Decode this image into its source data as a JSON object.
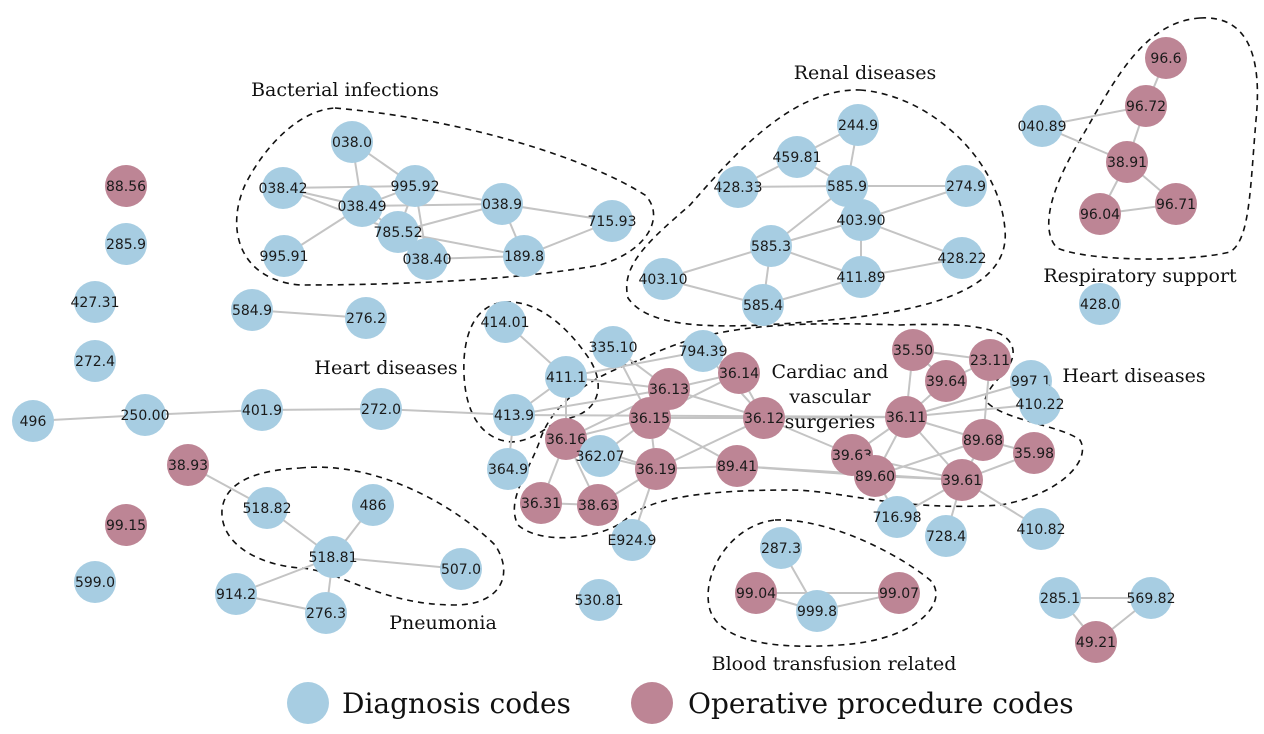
{
  "colors": {
    "diagnosis": "#a7cde2",
    "procedure": "#bd8595"
  },
  "legend": [
    {
      "type": "diagnosis",
      "label": "Diagnosis codes"
    },
    {
      "type": "procedure",
      "label": "Operative procedure codes"
    }
  ],
  "groups": [
    {
      "id": "bacterial",
      "label": "Bacterial infections"
    },
    {
      "id": "renal",
      "label": "Renal diseases"
    },
    {
      "id": "respiratory",
      "label": "Respiratory support"
    },
    {
      "id": "heart-left",
      "label": "Heart diseases"
    },
    {
      "id": "cardiac",
      "label": "Cardiac and\nvascular\nsurgeries"
    },
    {
      "id": "heart-right",
      "label": "Heart diseases"
    },
    {
      "id": "pneumonia",
      "label": "Pneumonia"
    },
    {
      "id": "blood",
      "label": "Blood transfusion related"
    }
  ],
  "nodes": [
    {
      "id": "88.56",
      "type": "procedure"
    },
    {
      "id": "285.9",
      "type": "diagnosis"
    },
    {
      "id": "427.31",
      "type": "diagnosis"
    },
    {
      "id": "272.4",
      "type": "diagnosis"
    },
    {
      "id": "496",
      "type": "diagnosis"
    },
    {
      "id": "250.00",
      "type": "diagnosis"
    },
    {
      "id": "401.9",
      "type": "diagnosis"
    },
    {
      "id": "272.0",
      "type": "diagnosis"
    },
    {
      "id": "38.93",
      "type": "procedure"
    },
    {
      "id": "99.15",
      "type": "procedure"
    },
    {
      "id": "599.0",
      "type": "diagnosis"
    },
    {
      "id": "584.9",
      "type": "diagnosis"
    },
    {
      "id": "276.2",
      "type": "diagnosis"
    },
    {
      "id": "038.0",
      "type": "diagnosis"
    },
    {
      "id": "038.42",
      "type": "diagnosis"
    },
    {
      "id": "038.49",
      "type": "diagnosis"
    },
    {
      "id": "995.92",
      "type": "diagnosis"
    },
    {
      "id": "038.9",
      "type": "diagnosis"
    },
    {
      "id": "715.93",
      "type": "diagnosis"
    },
    {
      "id": "785.52",
      "type": "diagnosis"
    },
    {
      "id": "995.91",
      "type": "diagnosis"
    },
    {
      "id": "038.40",
      "type": "diagnosis"
    },
    {
      "id": "189.8",
      "type": "diagnosis"
    },
    {
      "id": "244.9",
      "type": "diagnosis"
    },
    {
      "id": "459.81",
      "type": "diagnosis"
    },
    {
      "id": "428.33",
      "type": "diagnosis"
    },
    {
      "id": "585.9",
      "type": "diagnosis"
    },
    {
      "id": "274.9",
      "type": "diagnosis"
    },
    {
      "id": "403.90",
      "type": "diagnosis"
    },
    {
      "id": "585.3",
      "type": "diagnosis"
    },
    {
      "id": "428.22",
      "type": "diagnosis"
    },
    {
      "id": "403.10",
      "type": "diagnosis"
    },
    {
      "id": "411.89",
      "type": "diagnosis"
    },
    {
      "id": "585.4",
      "type": "diagnosis"
    },
    {
      "id": "96.6",
      "type": "procedure"
    },
    {
      "id": "040.89",
      "type": "diagnosis"
    },
    {
      "id": "96.72",
      "type": "procedure"
    },
    {
      "id": "38.91",
      "type": "procedure"
    },
    {
      "id": "96.04",
      "type": "procedure"
    },
    {
      "id": "96.71",
      "type": "procedure"
    },
    {
      "id": "428.0",
      "type": "diagnosis"
    },
    {
      "id": "414.01",
      "type": "diagnosis"
    },
    {
      "id": "335.10",
      "type": "diagnosis"
    },
    {
      "id": "794.39",
      "type": "diagnosis"
    },
    {
      "id": "411.1",
      "type": "diagnosis"
    },
    {
      "id": "413.9",
      "type": "diagnosis"
    },
    {
      "id": "36.13",
      "type": "procedure"
    },
    {
      "id": "36.14",
      "type": "procedure"
    },
    {
      "id": "36.15",
      "type": "procedure"
    },
    {
      "id": "36.12",
      "type": "procedure"
    },
    {
      "id": "36.16",
      "type": "procedure"
    },
    {
      "id": "364.9",
      "type": "diagnosis"
    },
    {
      "id": "362.07",
      "type": "diagnosis"
    },
    {
      "id": "36.19",
      "type": "procedure"
    },
    {
      "id": "89.41",
      "type": "procedure"
    },
    {
      "id": "36.31",
      "type": "procedure"
    },
    {
      "id": "38.63",
      "type": "procedure"
    },
    {
      "id": "E924.9",
      "type": "diagnosis"
    },
    {
      "id": "35.50",
      "type": "procedure"
    },
    {
      "id": "23.11",
      "type": "procedure"
    },
    {
      "id": "39.64",
      "type": "procedure"
    },
    {
      "id": "997.1",
      "type": "diagnosis"
    },
    {
      "id": "410.22",
      "type": "diagnosis"
    },
    {
      "id": "36.11",
      "type": "procedure"
    },
    {
      "id": "39.63",
      "type": "procedure"
    },
    {
      "id": "89.68",
      "type": "procedure"
    },
    {
      "id": "35.98",
      "type": "procedure"
    },
    {
      "id": "89.60",
      "type": "procedure"
    },
    {
      "id": "39.61",
      "type": "procedure"
    },
    {
      "id": "716.98",
      "type": "diagnosis"
    },
    {
      "id": "728.4",
      "type": "diagnosis"
    },
    {
      "id": "410.82",
      "type": "diagnosis"
    },
    {
      "id": "518.82",
      "type": "diagnosis"
    },
    {
      "id": "486",
      "type": "diagnosis"
    },
    {
      "id": "518.81",
      "type": "diagnosis"
    },
    {
      "id": "507.0",
      "type": "diagnosis"
    },
    {
      "id": "914.2",
      "type": "diagnosis"
    },
    {
      "id": "276.3",
      "type": "diagnosis"
    },
    {
      "id": "530.81",
      "type": "diagnosis"
    },
    {
      "id": "287.3",
      "type": "diagnosis"
    },
    {
      "id": "99.04",
      "type": "procedure"
    },
    {
      "id": "999.8",
      "type": "diagnosis"
    },
    {
      "id": "99.07",
      "type": "procedure"
    },
    {
      "id": "285.1",
      "type": "diagnosis"
    },
    {
      "id": "569.82",
      "type": "diagnosis"
    },
    {
      "id": "49.21",
      "type": "procedure"
    }
  ],
  "edges": [
    [
      "496",
      "250.00"
    ],
    [
      "250.00",
      "401.9"
    ],
    [
      "401.9",
      "272.0"
    ],
    [
      "272.0",
      "413.9"
    ],
    [
      "38.93",
      "518.82"
    ],
    [
      "584.9",
      "276.2"
    ],
    [
      "038.0",
      "995.92"
    ],
    [
      "038.0",
      "038.49"
    ],
    [
      "038.42",
      "038.49"
    ],
    [
      "038.42",
      "995.92"
    ],
    [
      "038.42",
      "785.52"
    ],
    [
      "038.49",
      "995.92"
    ],
    [
      "038.49",
      "038.9"
    ],
    [
      "038.49",
      "785.52"
    ],
    [
      "038.49",
      "995.91"
    ],
    [
      "995.92",
      "038.9"
    ],
    [
      "995.92",
      "785.52"
    ],
    [
      "995.92",
      "038.40"
    ],
    [
      "038.9",
      "715.93"
    ],
    [
      "038.9",
      "189.8"
    ],
    [
      "038.9",
      "785.52"
    ],
    [
      "785.52",
      "038.40"
    ],
    [
      "785.52",
      "189.8"
    ],
    [
      "038.40",
      "189.8"
    ],
    [
      "189.8",
      "715.93"
    ],
    [
      "244.9",
      "459.81"
    ],
    [
      "244.9",
      "585.9"
    ],
    [
      "459.81",
      "585.9"
    ],
    [
      "459.81",
      "428.33"
    ],
    [
      "428.33",
      "585.9"
    ],
    [
      "585.9",
      "274.9"
    ],
    [
      "585.9",
      "403.90"
    ],
    [
      "585.9",
      "585.3"
    ],
    [
      "403.90",
      "274.9"
    ],
    [
      "403.90",
      "585.3"
    ],
    [
      "403.90",
      "428.22"
    ],
    [
      "403.90",
      "411.89"
    ],
    [
      "585.3",
      "403.10"
    ],
    [
      "585.3",
      "585.4"
    ],
    [
      "585.3",
      "411.89"
    ],
    [
      "403.10",
      "585.4"
    ],
    [
      "585.4",
      "411.89"
    ],
    [
      "411.89",
      "428.22"
    ],
    [
      "96.6",
      "96.72"
    ],
    [
      "040.89",
      "96.72"
    ],
    [
      "040.89",
      "38.91"
    ],
    [
      "96.72",
      "38.91"
    ],
    [
      "38.91",
      "96.04"
    ],
    [
      "38.91",
      "96.71"
    ],
    [
      "96.04",
      "96.71"
    ],
    [
      "414.01",
      "411.1"
    ],
    [
      "411.1",
      "413.9"
    ],
    [
      "411.1",
      "36.16"
    ],
    [
      "411.1",
      "36.13"
    ],
    [
      "411.1",
      "794.39"
    ],
    [
      "413.9",
      "364.9"
    ],
    [
      "413.9",
      "36.13"
    ],
    [
      "413.9",
      "36.11"
    ],
    [
      "335.10",
      "36.15"
    ],
    [
      "335.10",
      "36.13"
    ],
    [
      "794.39",
      "36.14"
    ],
    [
      "794.39",
      "36.12"
    ],
    [
      "36.13",
      "36.14"
    ],
    [
      "36.13",
      "36.15"
    ],
    [
      "36.13",
      "36.12"
    ],
    [
      "36.13",
      "36.16"
    ],
    [
      "36.14",
      "36.15"
    ],
    [
      "36.14",
      "36.12"
    ],
    [
      "36.15",
      "36.12"
    ],
    [
      "36.15",
      "36.16"
    ],
    [
      "36.15",
      "36.19"
    ],
    [
      "36.15",
      "362.07"
    ],
    [
      "36.15",
      "89.41"
    ],
    [
      "36.16",
      "362.07"
    ],
    [
      "36.16",
      "36.31"
    ],
    [
      "36.16",
      "38.63"
    ],
    [
      "36.16",
      "36.19"
    ],
    [
      "362.07",
      "36.19"
    ],
    [
      "36.19",
      "38.63"
    ],
    [
      "36.19",
      "E924.9"
    ],
    [
      "36.19",
      "89.41"
    ],
    [
      "36.31",
      "38.63"
    ],
    [
      "36.12",
      "36.11"
    ],
    [
      "36.12",
      "39.63"
    ],
    [
      "36.12",
      "36.19"
    ],
    [
      "89.41",
      "39.61"
    ],
    [
      "89.41",
      "89.60"
    ],
    [
      "35.50",
      "23.11"
    ],
    [
      "35.50",
      "39.64"
    ],
    [
      "35.50",
      "36.11"
    ],
    [
      "23.11",
      "39.64"
    ],
    [
      "23.11",
      "89.68"
    ],
    [
      "39.64",
      "36.11"
    ],
    [
      "36.11",
      "997.1"
    ],
    [
      "36.11",
      "410.22"
    ],
    [
      "36.11",
      "39.63"
    ],
    [
      "36.11",
      "89.60"
    ],
    [
      "36.11",
      "89.68"
    ],
    [
      "36.11",
      "39.61"
    ],
    [
      "39.63",
      "89.60"
    ],
    [
      "39.63",
      "39.61"
    ],
    [
      "89.68",
      "89.60"
    ],
    [
      "89.68",
      "35.98"
    ],
    [
      "89.68",
      "39.61"
    ],
    [
      "89.60",
      "39.61"
    ],
    [
      "35.98",
      "39.61"
    ],
    [
      "89.60",
      "716.98"
    ],
    [
      "39.61",
      "716.98"
    ],
    [
      "39.61",
      "728.4"
    ],
    [
      "39.61",
      "410.82"
    ],
    [
      "518.82",
      "518.81"
    ],
    [
      "486",
      "518.81"
    ],
    [
      "518.81",
      "507.0"
    ],
    [
      "518.81",
      "914.2"
    ],
    [
      "518.81",
      "276.3"
    ],
    [
      "914.2",
      "276.3"
    ],
    [
      "287.3",
      "999.8"
    ],
    [
      "99.04",
      "999.8"
    ],
    [
      "999.8",
      "99.07"
    ],
    [
      "99.04",
      "99.07"
    ],
    [
      "285.1",
      "569.82"
    ],
    [
      "285.1",
      "49.21"
    ],
    [
      "569.82",
      "49.21"
    ]
  ]
}
